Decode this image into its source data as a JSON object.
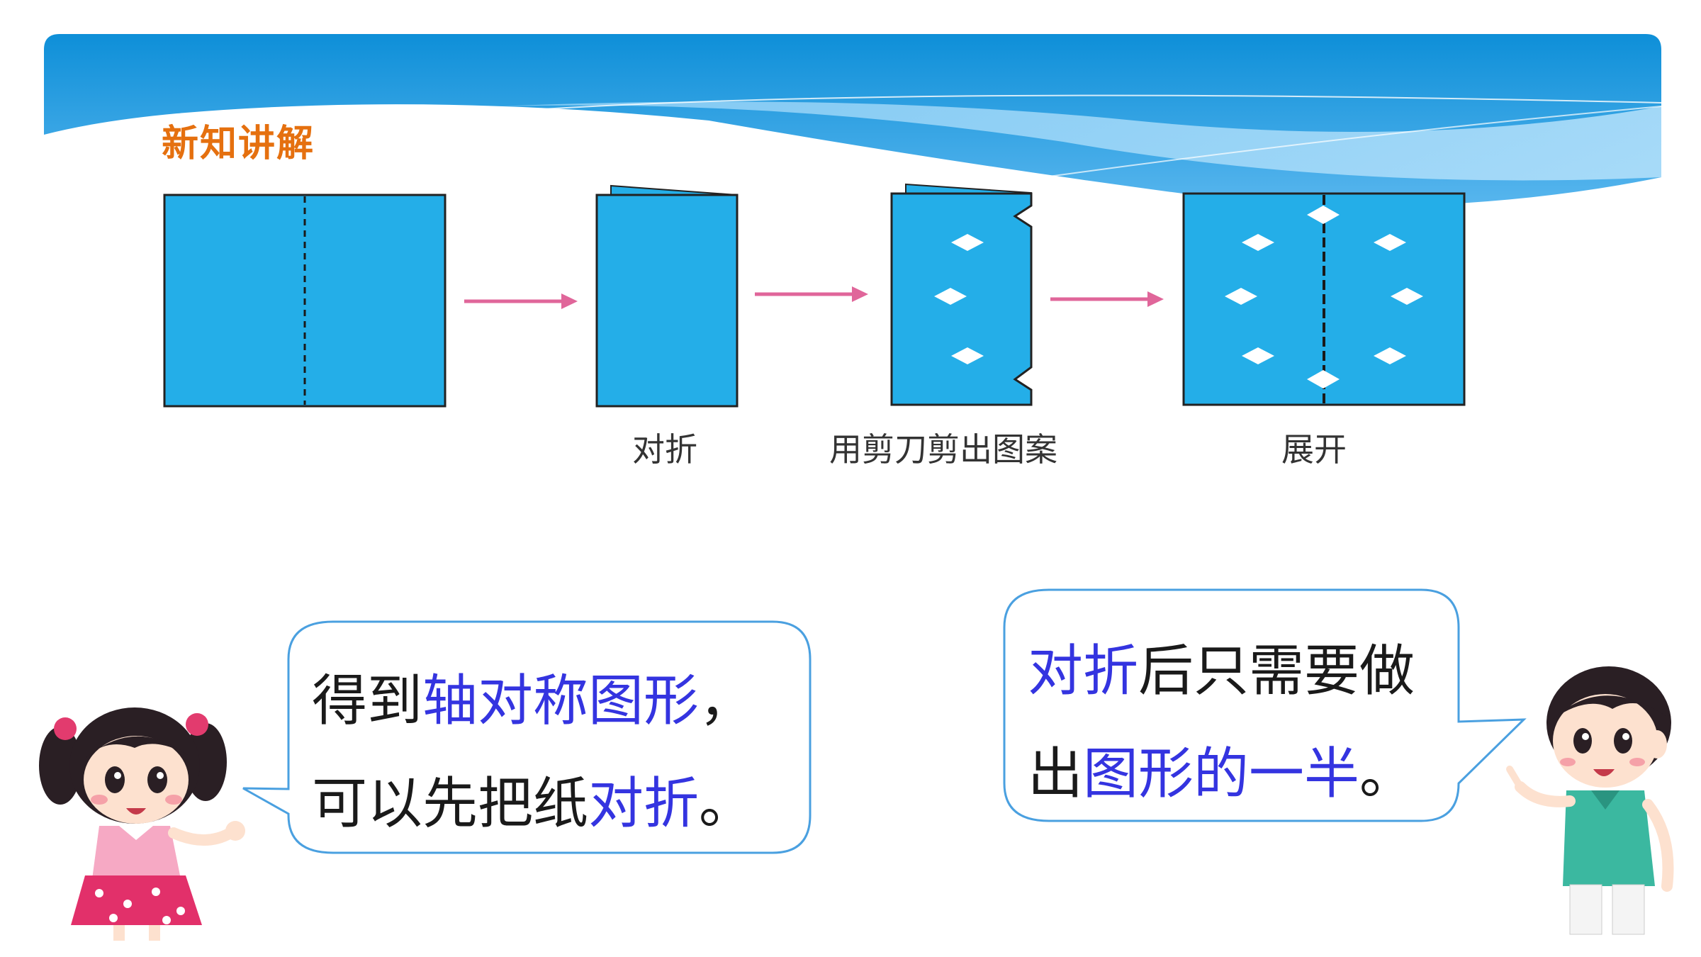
{
  "header": {
    "section_title": "新知讲解"
  },
  "diagram": {
    "steps": [
      {
        "caption": ""
      },
      {
        "caption": "对折"
      },
      {
        "caption": "用剪刀剪出图案"
      },
      {
        "caption": "展开"
      }
    ],
    "paper_color": "#24aee8",
    "arrow_color": "#e0669a"
  },
  "girl_bubble": {
    "line1_a": "得到",
    "line1_b": "轴对称图形",
    "line1_c": "，",
    "line2_a": "可以先把纸",
    "line2_b": "对折",
    "line2_c": "。"
  },
  "boy_bubble": {
    "line1_a": "对折",
    "line1_b": "后只需要做",
    "line2_a": "出",
    "line2_b": "图形的一半",
    "line2_c": "。"
  },
  "colors": {
    "title": "#e5700f",
    "highlight": "#3434e0",
    "bubble_border": "#4aa0e0"
  }
}
